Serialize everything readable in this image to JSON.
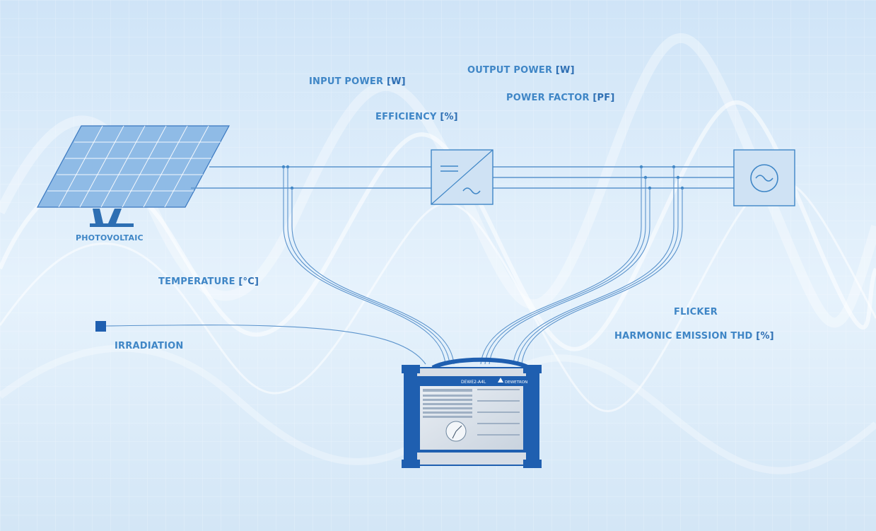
{
  "labels": {
    "photovoltaic": "PHOTOVOLTAIC",
    "input_power": "INPUT POWER",
    "input_power_unit": "[W]",
    "output_power": "OUTPUT POWER",
    "output_power_unit": "[W]",
    "power_factor": "POWER FACTOR",
    "power_factor_unit": "[PF]",
    "efficiency": "EFFICIENCY",
    "efficiency_unit": "[%]",
    "temperature": "TEMPERATURE",
    "temperature_unit": "[°C]",
    "irradiation": "IRRADIATION",
    "flicker": "FLICKER",
    "harmonic": "HARMONIC EMISSION THD",
    "harmonic_unit": "[%]"
  },
  "device": {
    "model": "DEWE2-A4L",
    "brand": "DEWETRON"
  },
  "colors": {
    "accent": "#3f86c6",
    "line": "#5b93cc",
    "device_blue": "#1f5fb0",
    "bg": "#dfeefb"
  }
}
